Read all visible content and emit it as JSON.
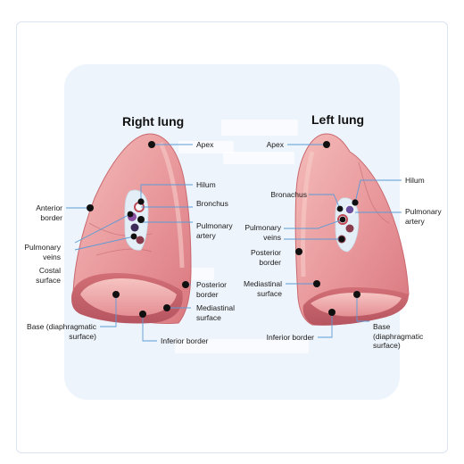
{
  "titles": {
    "right": "Right lung",
    "left": "Left lung"
  },
  "right_lung": {
    "apex": "Apex",
    "hilum": "Hilum",
    "bronchus": "Bronchus",
    "pulmonary_artery": "Pulmonary\nartery",
    "anterior_border": "Anterior\nborder",
    "pulmonary_veins": "Pulmonary\nveins",
    "costal_surface": "Costal\nsurface",
    "posterior_border": "Posterior\nborder",
    "mediastinal_surface": "Mediastinal\nsurface",
    "base": "Base (diaphragmatic\nsurface)",
    "inferior_border": "Inferior border"
  },
  "left_lung": {
    "apex": "Apex",
    "hilum": "Hilum",
    "bronchus": "Bronachus",
    "pulmonary_artery": "Pulmonary\nartery",
    "pulmonary_veins": "Pulmonary\nveins",
    "posterior_border": "Posterior\nborder",
    "mediastinal_surface": "Mediastinal\nsurface",
    "base": "Base\n(diaphragmatic\nsurface)",
    "inferior_border": "Inferior border"
  },
  "colors": {
    "lung_fill": "#e8969a",
    "lung_light": "#f3b7b5",
    "lung_dark": "#c9686f",
    "leader_line": "#5b9bd5",
    "dot": "#101010",
    "panel": "#eef4fb"
  }
}
